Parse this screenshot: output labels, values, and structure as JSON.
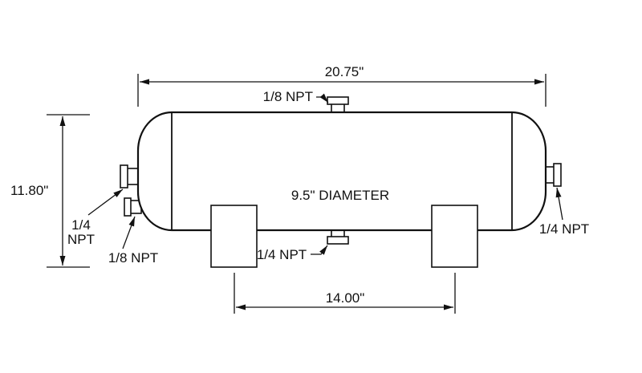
{
  "diagram": {
    "dimensions": {
      "length": "20.75\"",
      "height": "11.80\"",
      "diameter": "9.5\" DIAMETER",
      "bracket_spacing": "14.00\""
    },
    "ports": {
      "top": "1/8 NPT",
      "left_upper_line1": "1/4",
      "left_upper_line2": "NPT",
      "left_lower": "1/8 NPT",
      "bottom": "1/4 NPT",
      "right": "1/4 NPT"
    }
  }
}
